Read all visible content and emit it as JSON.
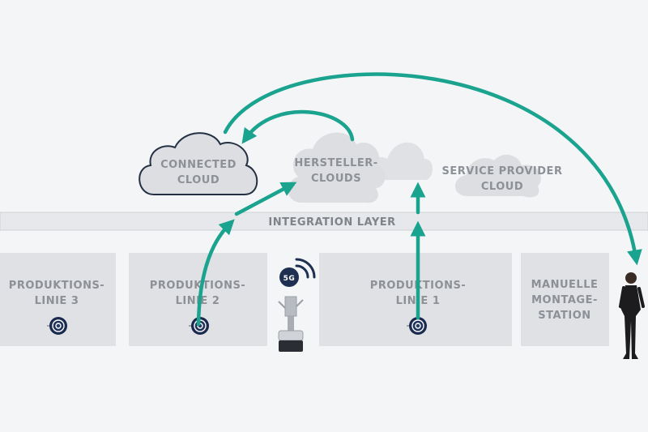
{
  "clouds": {
    "connected": {
      "line1": "CONNECTED",
      "line2": "CLOUD"
    },
    "hersteller": {
      "line1": "HERSTELLER-",
      "line2": "CLOUDS"
    },
    "service": {
      "line1": "SERVICE PROVIDER",
      "line2": "CLOUD"
    }
  },
  "integration_layer": {
    "label": "INTEGRATION LAYER"
  },
  "stations": {
    "linie3": {
      "line1": "PRODUKTIONS-",
      "line2": "LINIE 3"
    },
    "linie2": {
      "line1": "PRODUKTIONS-",
      "line2": "LINIE 2"
    },
    "linie1": {
      "line1": "PRODUKTIONS-",
      "line2": "LINIE 1"
    },
    "montage": {
      "line1": "MANUELLE",
      "line2": "MONTAGE-",
      "line3": "STATION"
    }
  },
  "robot": {
    "badge": "5G"
  },
  "colors": {
    "arrow": "#1aa38e",
    "box": "#dfe1e4",
    "cloud_gray": "#dcdee1",
    "label_gray": "#8d9197",
    "connected_outline": "#243044",
    "sensor": "#1e2f52"
  },
  "icons": {
    "sensor": "target-sensor-icon",
    "wifi": "wifi-signal-icon",
    "robot": "mobile-robot-icon",
    "person": "person-with-headset-icon"
  }
}
